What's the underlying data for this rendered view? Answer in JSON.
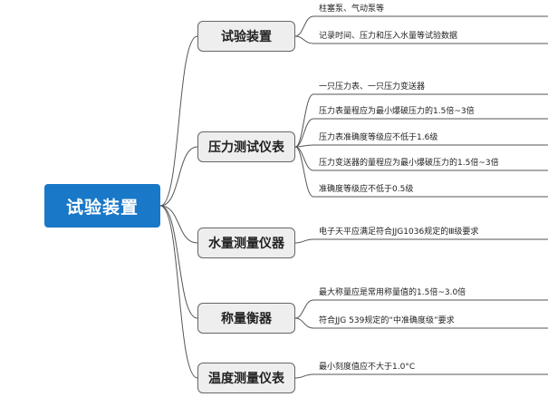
{
  "root": {
    "label": "试验装置"
  },
  "branches": [
    {
      "label": "试验装置",
      "leaves": [
        "柱塞泵、气动泵等",
        "记录时间、压力和压入水量等试验数据"
      ]
    },
    {
      "label": "压力测试仪表",
      "leaves": [
        "一只压力表、一只压力变送器",
        "压力表量程应为最小爆破压力的1.5倍~3倍",
        "压力表准确度等级应不低于1.6级",
        "压力变送器的量程应为最小爆破压力的1.5倍~3倍",
        "准确度等级应不低于0.5级"
      ]
    },
    {
      "label": "水量测量仪器",
      "leaves": [
        "电子天平应满足符合JJG1036规定的Ⅲ级要求"
      ]
    },
    {
      "label": "称量衡器",
      "leaves": [
        "最大称量应是常用称量值的1.5倍~3.0倍",
        "符合JJG 539规定的“中准确度级”要求"
      ]
    },
    {
      "label": "温度测量仪表",
      "leaves": [
        "最小刻度值应不大于1.0°C"
      ]
    }
  ],
  "colors": {
    "root_fill": "#1978c8",
    "branch_fill": "#eeeeee",
    "line": "#555555"
  }
}
